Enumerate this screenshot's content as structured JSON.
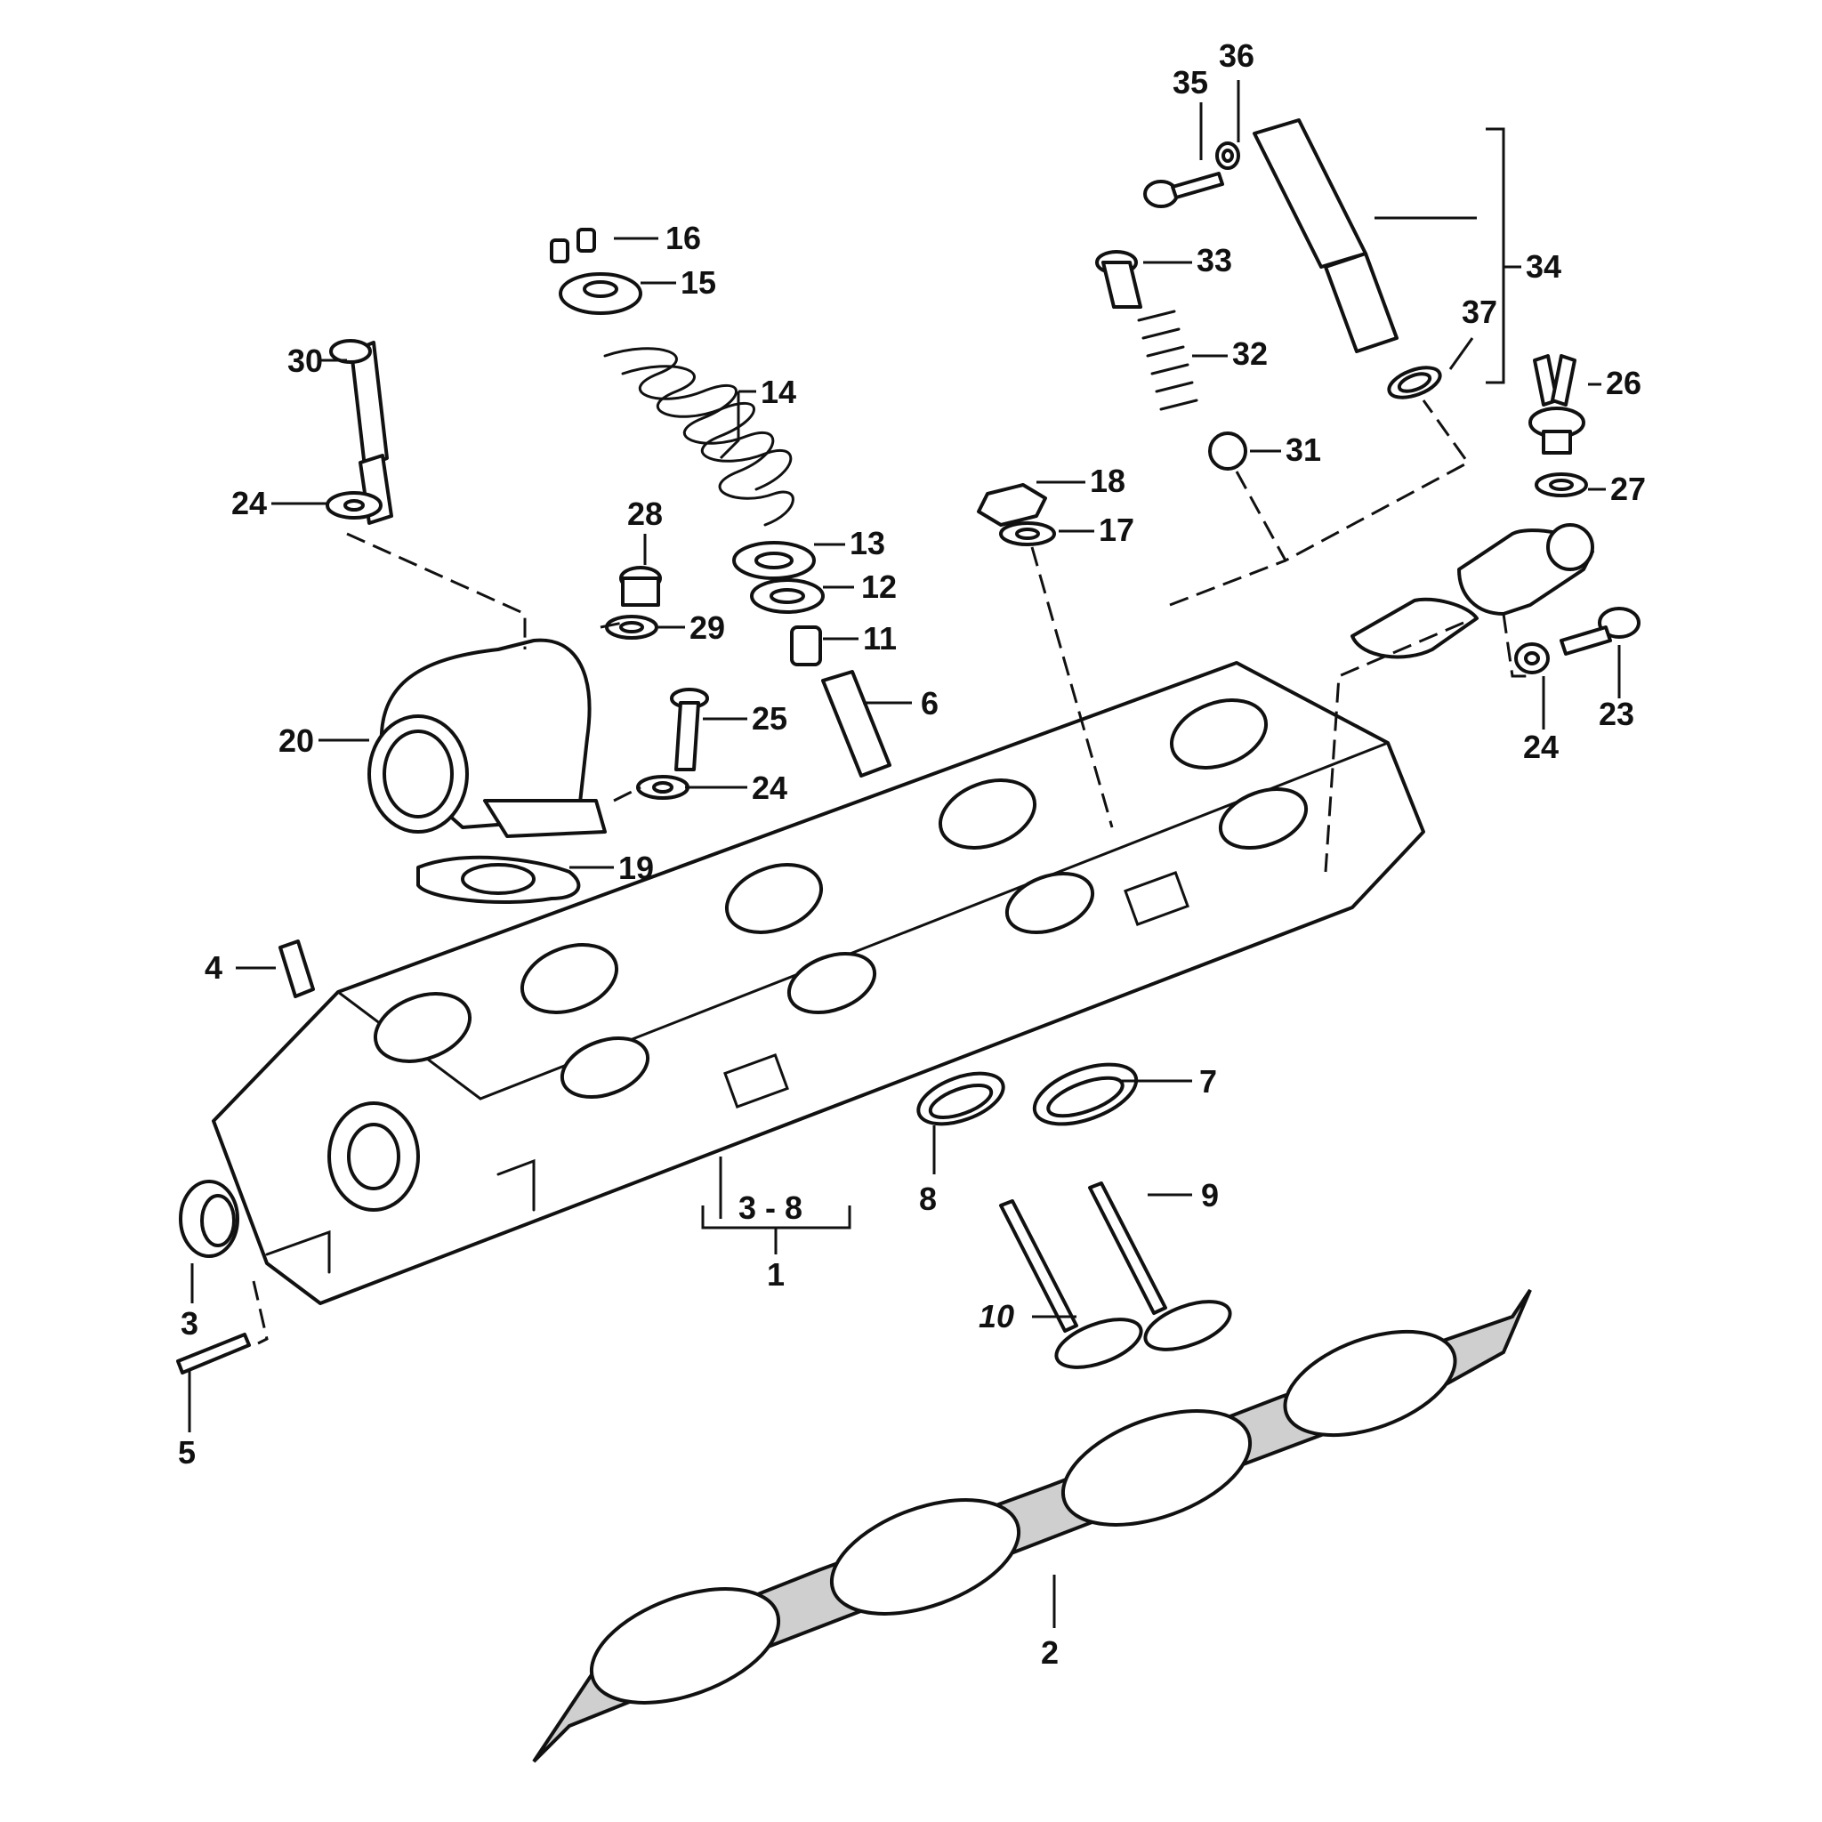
{
  "callouts": {
    "c1": "1",
    "c2": "2",
    "c3": "3",
    "c3_8": "3 - 8",
    "c4": "4",
    "c5": "5",
    "c6": "6",
    "c7": "7",
    "c8": "8",
    "c9": "9",
    "c10": "10",
    "c11": "11",
    "c12": "12",
    "c13": "13",
    "c14": "14",
    "c15": "15",
    "c16": "16",
    "c17": "17",
    "c18": "18",
    "c19": "19",
    "c20": "20",
    "c23": "23",
    "c24a": "24",
    "c24b": "24",
    "c24c": "24",
    "c25": "25",
    "c26": "26",
    "c27": "27",
    "c28": "28",
    "c29": "29",
    "c30": "30",
    "c31": "31",
    "c32": "32",
    "c33": "33",
    "c34": "34",
    "c35": "35",
    "c36": "36",
    "c37": "37"
  },
  "colors": {
    "ink": "#111111",
    "gasket_fill": "#cfcfcf",
    "background": "#ffffff"
  }
}
